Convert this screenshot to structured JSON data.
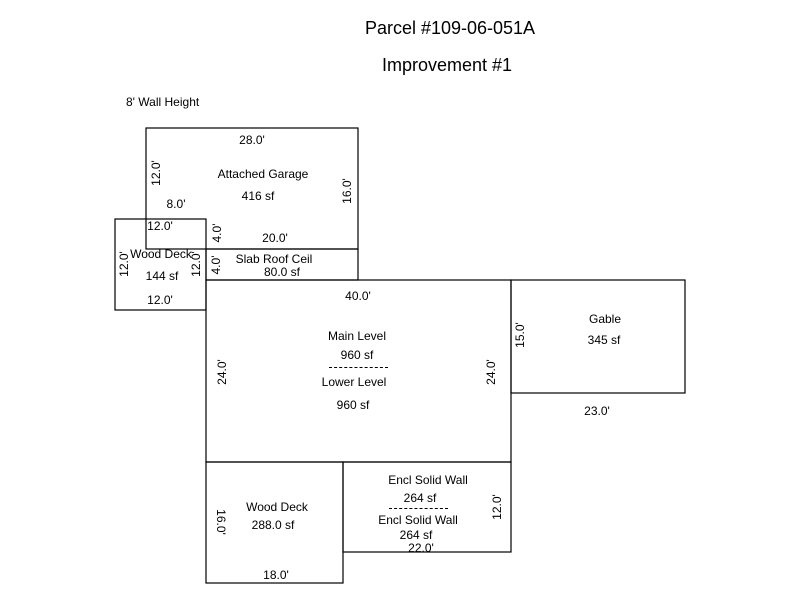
{
  "header": {
    "parcel": "Parcel #109-06-051A",
    "improvement": "Improvement #1",
    "wall_height": "8' Wall Height"
  },
  "garage": {
    "name": "Attached Garage",
    "area": "416 sf",
    "top": "28.0'",
    "left": "12.0'",
    "right": "16.0'",
    "inner_left": "8.0'",
    "inner_vertical": "4.0'",
    "bottom": "20.0'"
  },
  "deck_small": {
    "name": "Wood Deck",
    "area": "144 sf",
    "top": "12.0'",
    "left": "12.0'",
    "right": "12.0'",
    "bottom": "12.0'"
  },
  "slab": {
    "name": "Slab Roof Ceil",
    "area": "80.0 sf",
    "left": "4.0'"
  },
  "main": {
    "top": "40.0'",
    "left": "24.0'",
    "right": "24.0'",
    "upper_name": "Main Level",
    "upper_area": "960 sf",
    "lower_name": "Lower Level",
    "lower_area": "960 sf"
  },
  "gable": {
    "name": "Gable",
    "area": "345 sf",
    "left": "15.0'",
    "bottom": "23.0'"
  },
  "deck_large": {
    "name": "Wood Deck",
    "area": "288.0 sf",
    "left": "16.0'",
    "bottom": "18.0'"
  },
  "encl": {
    "upper_name": "Encl Solid Wall",
    "upper_area": "264 sf",
    "lower_name": "Encl Solid Wall",
    "lower_area": "264 sf",
    "right": "12.0'",
    "bottom": "22.0'"
  }
}
